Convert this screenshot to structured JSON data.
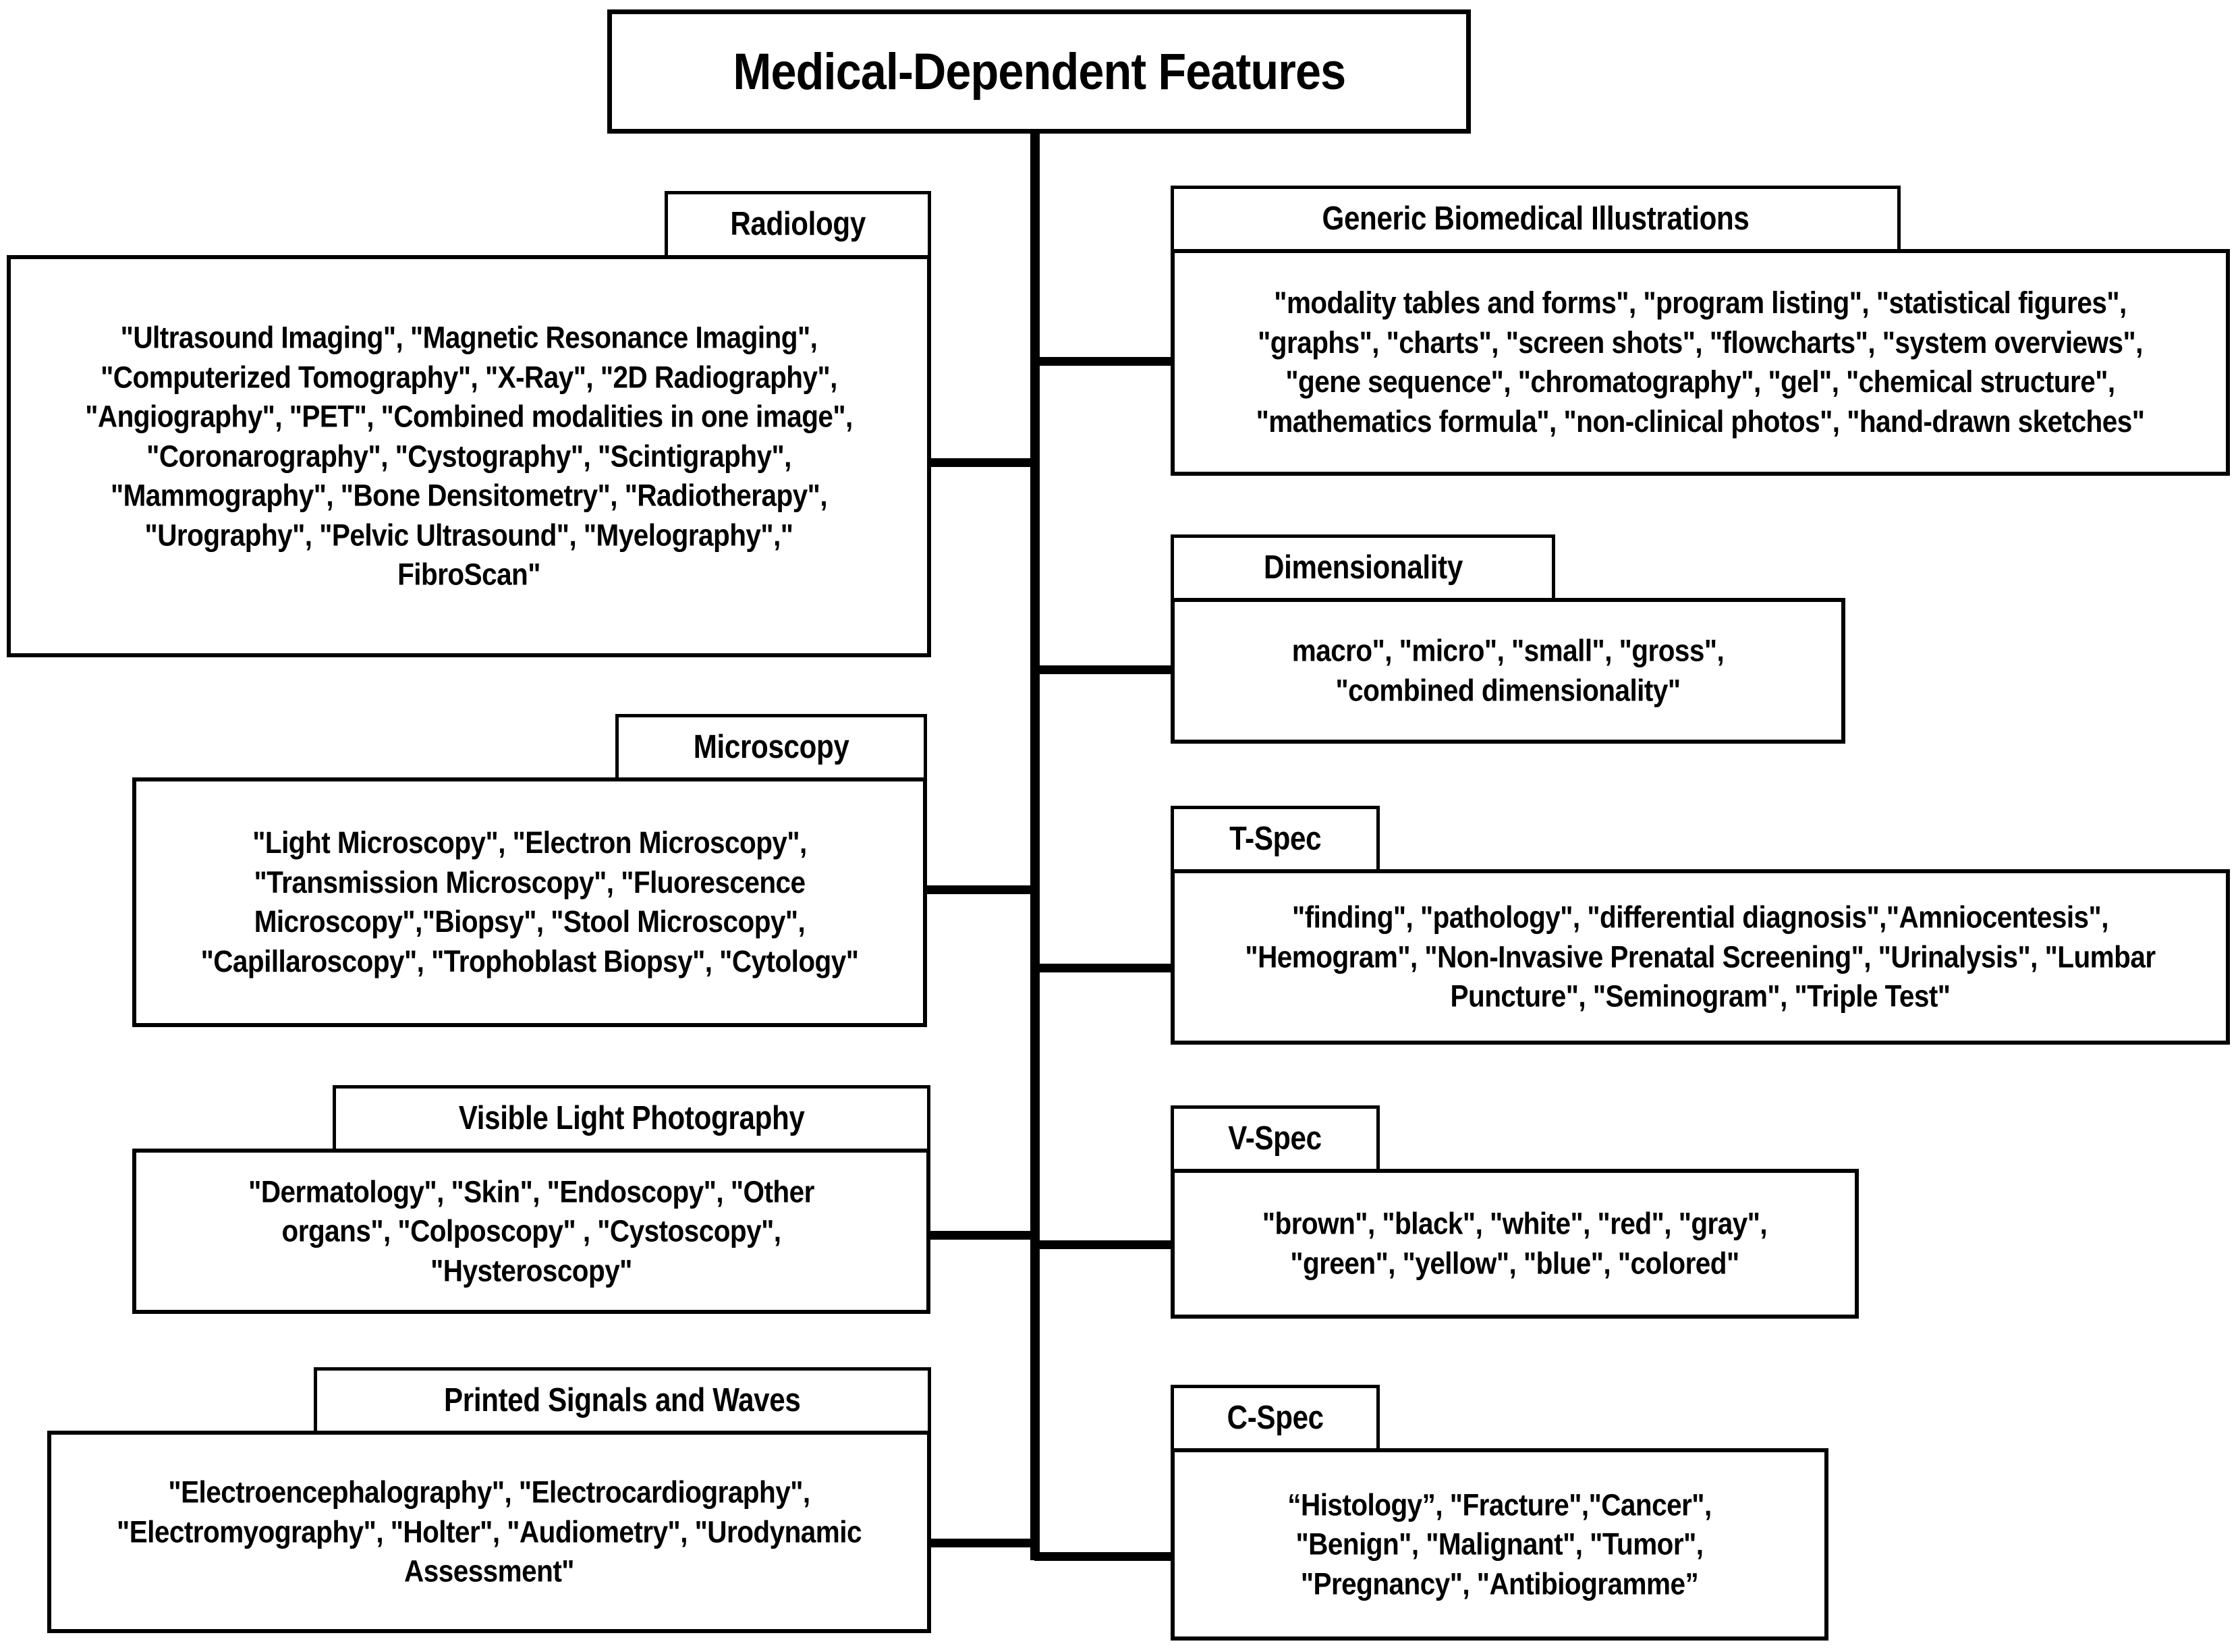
{
  "diagram": {
    "root": {
      "title": "Medical-Dependent Features"
    },
    "left_branches": [
      {
        "id": "radiology",
        "header": "Radiology",
        "body": "\"Ultrasound Imaging\", \"Magnetic Resonance Imaging\", \"Computerized Tomography\", \"X-Ray\", \"2D Radiography\", \"Angiography\", \"PET\", \"Combined modalities in one image\", \"Coronarography\", \"Cystography\", \"Scintigraphy\", \"Mammography\", \"Bone Densitometry\", \"Radiotherapy\", \"Urography\", \"Pelvic Ultrasound\", \"Myelography\",\" FibroScan\"",
        "items": [
          "Ultrasound Imaging",
          "Magnetic Resonance Imaging",
          "Computerized Tomography",
          "X-Ray",
          "2D Radiography",
          "Angiography",
          "PET",
          "Combined modalities in one image",
          "Coronarography",
          "Cystography",
          "Scintigraphy",
          "Mammography",
          "Bone Densitometry",
          "Radiotherapy",
          "Urography",
          "Pelvic Ultrasound",
          "Myelography",
          "FibroScan"
        ]
      },
      {
        "id": "microscopy",
        "header": "Microscopy",
        "body": "\"Light Microscopy\", \"Electron Microscopy\", \"Transmission Microscopy\", \"Fluorescence Microscopy\",\"Biopsy\", \"Stool Microscopy\", \"Capillaroscopy\", \"Trophoblast Biopsy\", \"Cytology\"",
        "items": [
          "Light Microscopy",
          "Electron Microscopy",
          "Transmission Microscopy",
          "Fluorescence Microscopy",
          "Biopsy",
          "Stool Microscopy",
          "Capillaroscopy",
          "Trophoblast Biopsy",
          "Cytology"
        ]
      },
      {
        "id": "visible-light-photography",
        "header": "Visible Light Photography",
        "body": "\"Dermatology\", \"Skin\", \"Endoscopy\", \"Other organs\", \"Colposcopy\" , \"Cystoscopy\", \"Hysteroscopy\"",
        "items": [
          "Dermatology",
          "Skin",
          "Endoscopy",
          "Other organs",
          "Colposcopy",
          "Cystoscopy",
          "Hysteroscopy"
        ]
      },
      {
        "id": "printed-signals-and-waves",
        "header": "Printed Signals and Waves",
        "body": "\"Electroencephalography\", \"Electrocardiography\", \"Electromyography\", \"Holter\", \"Audiometry\", \"Urodynamic Assessment\"",
        "items": [
          "Electroencephalography",
          "Electrocardiography",
          "Electromyography",
          "Holter",
          "Audiometry",
          "Urodynamic Assessment"
        ]
      }
    ],
    "right_branches": [
      {
        "id": "generic-biomedical-illustrations",
        "header": "Generic Biomedical Illustrations",
        "body": "\"modality tables and forms\", \"program listing\", \"statistical figures\", \"graphs\", \"charts\", \"screen shots\", \"flowcharts\", \"system overviews\", \"gene sequence\", \"chromatography\", \"gel\", \"chemical structure\", \"mathematics formula\", \"non-clinical photos\", \"hand-drawn sketches\"",
        "items": [
          "modality tables and forms",
          "program listing",
          "statistical figures",
          "graphs",
          "charts",
          "screen shots",
          "flowcharts",
          "system overviews",
          "gene sequence",
          "chromatography",
          "gel",
          "chemical structure",
          "mathematics formula",
          "non-clinical photos",
          "hand-drawn sketches"
        ]
      },
      {
        "id": "dimensionality",
        "header": "Dimensionality",
        "body": "macro\", \"micro\", \"small\", \"gross\", \"combined dimensionality\"",
        "items": [
          "macro",
          "micro",
          "small",
          "gross",
          "combined dimensionality"
        ]
      },
      {
        "id": "t-spec",
        "header": "T-Spec",
        "body": "\"finding\", \"pathology\", \"differential diagnosis\",\"Amniocentesis\", \"Hemogram\", \"Non-Invasive Prenatal Screening\", \"Urinalysis\", \"Lumbar Puncture\", \"Seminogram\", \"Triple Test\"",
        "items": [
          "finding",
          "pathology",
          "differential diagnosis",
          "Amniocentesis",
          "Hemogram",
          "Non-Invasive Prenatal Screening",
          "Urinalysis",
          "Lumbar Puncture",
          "Seminogram",
          "Triple Test"
        ]
      },
      {
        "id": "v-spec",
        "header": "V-Spec",
        "body": "\"brown\", \"black\", \"white\", \"red\", \"gray\", \"green\", \"yellow\", \"blue\", \"colored\"",
        "items": [
          "brown",
          "black",
          "white",
          "red",
          "gray",
          "green",
          "yellow",
          "blue",
          "colored"
        ]
      },
      {
        "id": "c-spec",
        "header": "C-Spec",
        "body": "“Histology”, \"Fracture\",\"Cancer\", \"Benign\", \"Malignant\", \"Tumor\", \"Pregnancy\", \"Antibiogramme”",
        "items": [
          "Histology",
          "Fracture",
          "Cancer",
          "Benign",
          "Malignant",
          "Tumor",
          "Pregnancy",
          "Antibiogramme"
        ]
      }
    ],
    "colors": {
      "line": "#000000",
      "fill": "#ffffff",
      "text": "#000000"
    }
  }
}
